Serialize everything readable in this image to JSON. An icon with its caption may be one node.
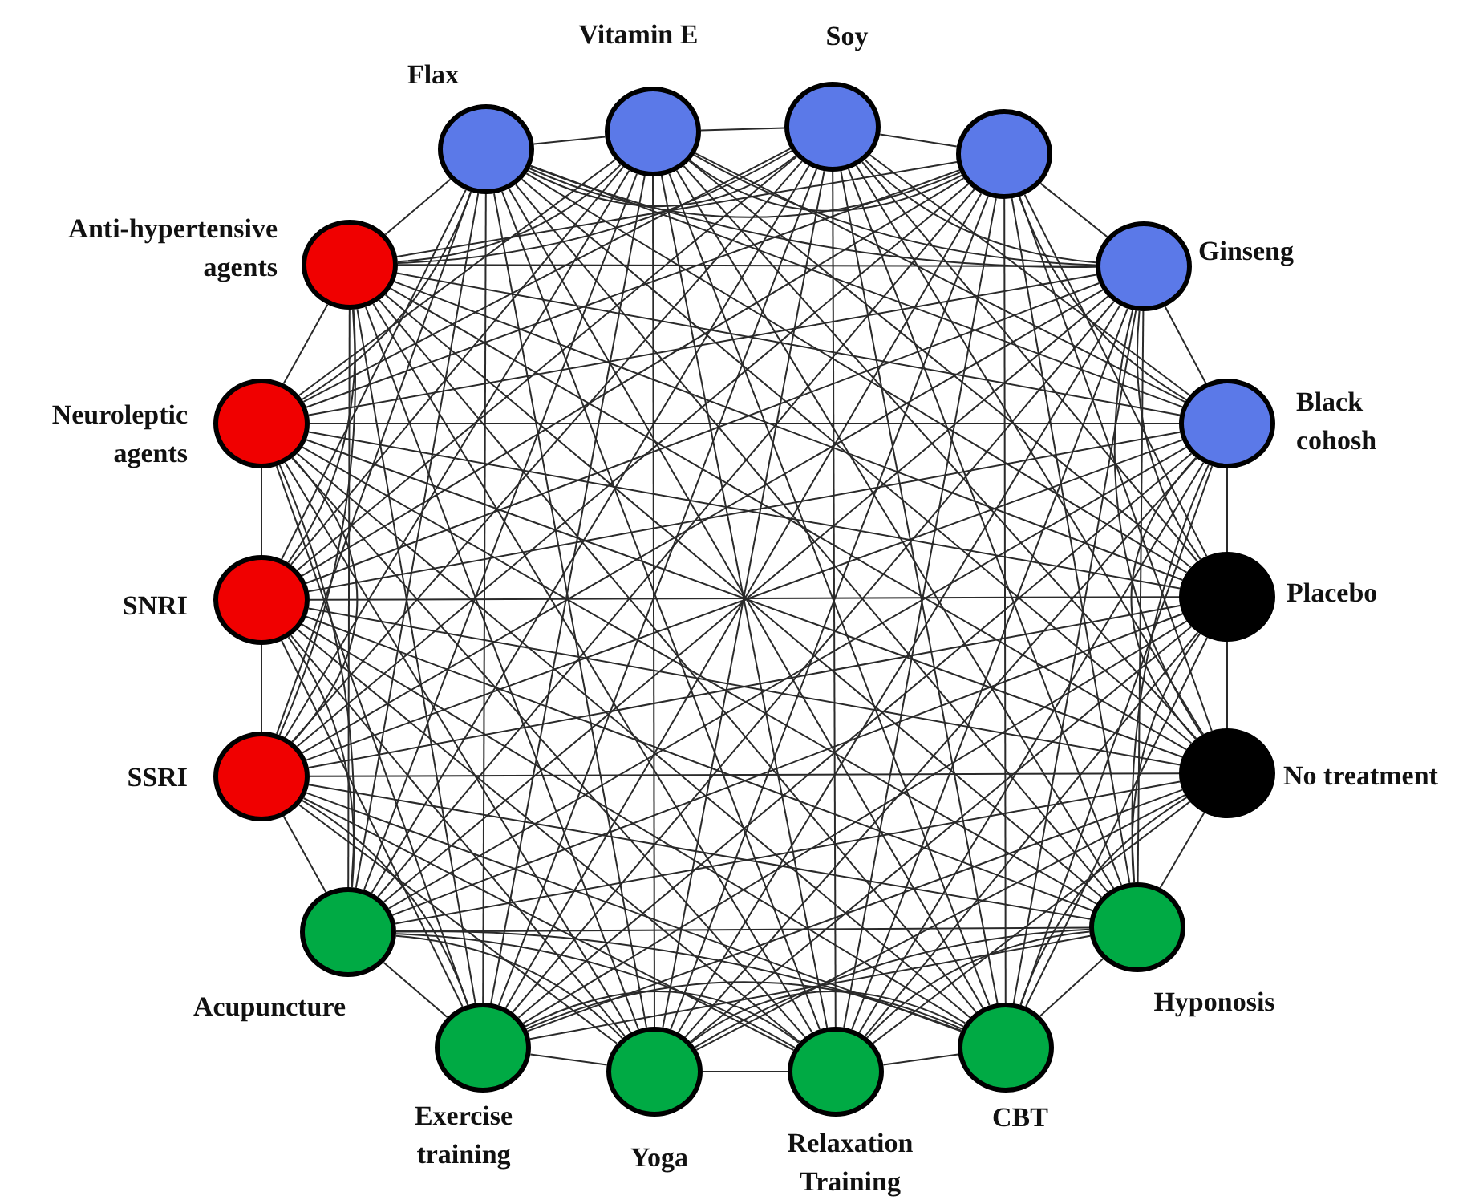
{
  "diagram": {
    "nodes": [
      {
        "text": [
          "Flax"
        ]
      },
      {
        "text": [
          "Vitamin E"
        ]
      },
      {
        "text": [
          "Soy"
        ]
      },
      {
        "text": [],
        "shape": "circle"
      },
      {
        "text": [
          "Ginseng"
        ]
      },
      {
        "text": [
          "Black cohosh"
        ]
      },
      {
        "text": [
          "Placebo"
        ]
      },
      {
        "text": [
          "No treatment"
        ]
      },
      {
        "text": [
          "Hyponosis"
        ]
      },
      {
        "text": [
          "CBT"
        ]
      },
      {
        "text": [
          "Relaxation Training"
        ]
      },
      {
        "text": [
          "Yoga"
        ]
      },
      {
        "text": [
          "Exercise training"
        ]
      },
      {
        "text": [
          "Acupuncture"
        ]
      },
      {
        "text": [
          "SSRI"
        ]
      },
      {
        "text": [
          "SNRI"
        ]
      },
      {
        "text": [
          "Neuroleptic agents"
        ]
      },
      {
        "text": [
          "Anti-hypertensive agents"
        ]
      }
    ],
    "edges": [
      {
        "from": 0,
        "to": 1,
        "arrow": "none"
      },
      {
        "from": 0,
        "to": 2,
        "arrow": "none"
      },
      {
        "from": 0,
        "to": 3,
        "arrow": "none"
      },
      {
        "from": 0,
        "to": 4,
        "arrow": "none"
      },
      {
        "from": 0,
        "to": 5,
        "arrow": "none"
      },
      {
        "from": 0,
        "to": 6,
        "arrow": "none"
      },
      {
        "from": 0,
        "to": 7,
        "arrow": "none"
      },
      {
        "from": 0,
        "to": 8,
        "arrow": "none"
      },
      {
        "from": 0,
        "to": 9,
        "arrow": "none"
      },
      {
        "from": 0,
        "to": 10,
        "arrow": "none"
      },
      {
        "from": 0,
        "to": 11,
        "arrow": "none"
      },
      {
        "from": 0,
        "to": 12,
        "arrow": "none"
      },
      {
        "from": 0,
        "to": 13,
        "arrow": "none"
      },
      {
        "from": 0,
        "to": 14,
        "arrow": "none"
      },
      {
        "from": 0,
        "to": 15,
        "arrow": "none"
      },
      {
        "from": 0,
        "to": 16,
        "arrow": "none"
      },
      {
        "from": 0,
        "to": 17,
        "arrow": "none"
      },
      {
        "from": 1,
        "to": 2,
        "arrow": "none"
      },
      {
        "from": 1,
        "to": 3,
        "arrow": "none"
      },
      {
        "from": 1,
        "to": 4,
        "arrow": "none"
      },
      {
        "from": 1,
        "to": 5,
        "arrow": "none"
      },
      {
        "from": 1,
        "to": 6,
        "arrow": "none"
      },
      {
        "from": 1,
        "to": 7,
        "arrow": "none"
      },
      {
        "from": 1,
        "to": 8,
        "arrow": "none"
      },
      {
        "from": 1,
        "to": 9,
        "arrow": "none"
      },
      {
        "from": 1,
        "to": 10,
        "arrow": "none"
      },
      {
        "from": 1,
        "to": 11,
        "arrow": "none"
      },
      {
        "from": 1,
        "to": 12,
        "arrow": "none"
      },
      {
        "from": 1,
        "to": 13,
        "arrow": "none"
      },
      {
        "from": 1,
        "to": 14,
        "arrow": "none"
      },
      {
        "from": 1,
        "to": 15,
        "arrow": "none"
      },
      {
        "from": 1,
        "to": 16,
        "arrow": "none"
      },
      {
        "from": 1,
        "to": 17,
        "arrow": "none"
      },
      {
        "from": 2,
        "to": 3,
        "arrow": "none"
      },
      {
        "from": 2,
        "to": 4,
        "arrow": "none"
      },
      {
        "from": 2,
        "to": 5,
        "arrow": "none"
      },
      {
        "from": 2,
        "to": 6,
        "arrow": "none"
      },
      {
        "from": 2,
        "to": 7,
        "arrow": "none"
      },
      {
        "from": 2,
        "to": 8,
        "arrow": "none"
      },
      {
        "from": 2,
        "to": 9,
        "arrow": "none"
      },
      {
        "from": 2,
        "to": 10,
        "arrow": "none"
      },
      {
        "from": 2,
        "to": 11,
        "arrow": "none"
      },
      {
        "from": 2,
        "to": 12,
        "arrow": "none"
      },
      {
        "from": 2,
        "to": 13,
        "arrow": "none"
      },
      {
        "from": 2,
        "to": 14,
        "arrow": "none"
      },
      {
        "from": 2,
        "to": 15,
        "arrow": "none"
      },
      {
        "from": 2,
        "to": 16,
        "arrow": "none"
      },
      {
        "from": 2,
        "to": 17,
        "arrow": "none"
      },
      {
        "from": 3,
        "to": 4,
        "arrow": "none"
      },
      {
        "from": 3,
        "to": 5,
        "arrow": "none"
      },
      {
        "from": 3,
        "to": 6,
        "arrow": "none"
      },
      {
        "from": 3,
        "to": 7,
        "arrow": "none"
      },
      {
        "from": 3,
        "to": 8,
        "arrow": "none"
      },
      {
        "from": 3,
        "to": 9,
        "arrow": "none"
      },
      {
        "from": 3,
        "to": 10,
        "arrow": "none"
      },
      {
        "from": 3,
        "to": 11,
        "arrow": "none"
      },
      {
        "from": 3,
        "to": 12,
        "arrow": "none"
      },
      {
        "from": 3,
        "to": 13,
        "arrow": "none"
      },
      {
        "from": 3,
        "to": 14,
        "arrow": "none"
      },
      {
        "from": 3,
        "to": 15,
        "arrow": "none"
      },
      {
        "from": 3,
        "to": 16,
        "arrow": "none"
      },
      {
        "from": 3,
        "to": 17,
        "arrow": "none"
      },
      {
        "from": 4,
        "to": 5,
        "arrow": "none"
      },
      {
        "from": 4,
        "to": 6,
        "arrow": "none"
      },
      {
        "from": 4,
        "to": 7,
        "arrow": "none"
      },
      {
        "from": 4,
        "to": 8,
        "arrow": "none"
      },
      {
        "from": 4,
        "to": 9,
        "arrow": "none"
      },
      {
        "from": 4,
        "to": 10,
        "arrow": "none"
      },
      {
        "from": 4,
        "to": 11,
        "arrow": "none"
      },
      {
        "from": 4,
        "to": 12,
        "arrow": "none"
      },
      {
        "from": 4,
        "to": 13,
        "arrow": "none"
      },
      {
        "from": 4,
        "to": 14,
        "arrow": "none"
      },
      {
        "from": 4,
        "to": 15,
        "arrow": "none"
      },
      {
        "from": 4,
        "to": 16,
        "arrow": "none"
      },
      {
        "from": 4,
        "to": 17,
        "arrow": "none"
      },
      {
        "from": 5,
        "to": 6,
        "arrow": "none"
      },
      {
        "from": 5,
        "to": 7,
        "arrow": "none"
      },
      {
        "from": 5,
        "to": 8,
        "arrow": "none"
      },
      {
        "from": 5,
        "to": 9,
        "arrow": "none"
      },
      {
        "from": 5,
        "to": 10,
        "arrow": "none"
      },
      {
        "from": 5,
        "to": 11,
        "arrow": "none"
      },
      {
        "from": 5,
        "to": 12,
        "arrow": "none"
      },
      {
        "from": 5,
        "to": 13,
        "arrow": "none"
      },
      {
        "from": 5,
        "to": 14,
        "arrow": "none"
      },
      {
        "from": 5,
        "to": 15,
        "arrow": "none"
      },
      {
        "from": 5,
        "to": 16,
        "arrow": "none"
      },
      {
        "from": 5,
        "to": 17,
        "arrow": "none"
      },
      {
        "from": 6,
        "to": 7,
        "arrow": "none"
      },
      {
        "from": 6,
        "to": 8,
        "arrow": "none"
      },
      {
        "from": 6,
        "to": 9,
        "arrow": "none"
      },
      {
        "from": 6,
        "to": 10,
        "arrow": "none"
      },
      {
        "from": 6,
        "to": 11,
        "arrow": "none"
      },
      {
        "from": 6,
        "to": 12,
        "arrow": "none"
      },
      {
        "from": 6,
        "to": 13,
        "arrow": "none"
      },
      {
        "from": 6,
        "to": 14,
        "arrow": "none"
      },
      {
        "from": 6,
        "to": 15,
        "arrow": "none"
      },
      {
        "from": 6,
        "to": 16,
        "arrow": "none"
      },
      {
        "from": 6,
        "to": 17,
        "arrow": "none"
      },
      {
        "from": 7,
        "to": 8,
        "arrow": "none"
      },
      {
        "from": 7,
        "to": 9,
        "arrow": "none"
      },
      {
        "from": 7,
        "to": 10,
        "arrow": "none"
      },
      {
        "from": 7,
        "to": 11,
        "arrow": "none"
      },
      {
        "from": 7,
        "to": 12,
        "arrow": "none"
      },
      {
        "from": 7,
        "to": 13,
        "arrow": "none"
      },
      {
        "from": 7,
        "to": 14,
        "arrow": "none"
      },
      {
        "from": 7,
        "to": 15,
        "arrow": "none"
      },
      {
        "from": 7,
        "to": 16,
        "arrow": "none"
      },
      {
        "from": 7,
        "to": 17,
        "arrow": "none"
      },
      {
        "from": 8,
        "to": 9,
        "arrow": "none"
      },
      {
        "from": 8,
        "to": 10,
        "arrow": "none"
      },
      {
        "from": 8,
        "to": 11,
        "arrow": "none"
      },
      {
        "from": 8,
        "to": 12,
        "arrow": "none"
      },
      {
        "from": 8,
        "to": 13,
        "arrow": "none"
      },
      {
        "from": 8,
        "to": 14,
        "arrow": "none"
      },
      {
        "from": 8,
        "to": 15,
        "arrow": "none"
      },
      {
        "from": 8,
        "to": 16,
        "arrow": "none"
      },
      {
        "from": 8,
        "to": 17,
        "arrow": "none"
      },
      {
        "from": 9,
        "to": 10,
        "arrow": "none"
      },
      {
        "from": 9,
        "to": 11,
        "arrow": "none"
      },
      {
        "from": 9,
        "to": 12,
        "arrow": "none"
      },
      {
        "from": 9,
        "to": 13,
        "arrow": "none"
      },
      {
        "from": 9,
        "to": 14,
        "arrow": "none"
      },
      {
        "from": 9,
        "to": 15,
        "arrow": "none"
      },
      {
        "from": 9,
        "to": 16,
        "arrow": "none"
      },
      {
        "from": 9,
        "to": 17,
        "arrow": "none"
      },
      {
        "from": 10,
        "to": 11,
        "arrow": "none"
      },
      {
        "from": 10,
        "to": 12,
        "arrow": "none"
      },
      {
        "from": 10,
        "to": 13,
        "arrow": "none"
      },
      {
        "from": 10,
        "to": 14,
        "arrow": "none"
      },
      {
        "from": 10,
        "to": 15,
        "arrow": "none"
      },
      {
        "from": 10,
        "to": 16,
        "arrow": "none"
      },
      {
        "from": 10,
        "to": 17,
        "arrow": "none"
      },
      {
        "from": 11,
        "to": 12,
        "arrow": "none"
      },
      {
        "from": 11,
        "to": 13,
        "arrow": "none"
      },
      {
        "from": 11,
        "to": 14,
        "arrow": "none"
      },
      {
        "from": 11,
        "to": 15,
        "arrow": "none"
      },
      {
        "from": 11,
        "to": 16,
        "arrow": "none"
      },
      {
        "from": 11,
        "to": 17,
        "arrow": "none"
      },
      {
        "from": 12,
        "to": 13,
        "arrow": "none"
      },
      {
        "from": 12,
        "to": 14,
        "arrow": "none"
      },
      {
        "from": 12,
        "to": 15,
        "arrow": "none"
      },
      {
        "from": 12,
        "to": 16,
        "arrow": "none"
      },
      {
        "from": 12,
        "to": 17,
        "arrow": "none"
      },
      {
        "from": 13,
        "to": 14,
        "arrow": "none"
      },
      {
        "from": 13,
        "to": 15,
        "arrow": "none"
      },
      {
        "from": 13,
        "to": 16,
        "arrow": "none"
      },
      {
        "from": 13,
        "to": 17,
        "arrow": "none"
      },
      {
        "from": 14,
        "to": 15,
        "arrow": "none"
      },
      {
        "from": 14,
        "to": 16,
        "arrow": "none"
      },
      {
        "from": 14,
        "to": 17,
        "arrow": "none"
      },
      {
        "from": 15,
        "to": 16,
        "arrow": "none"
      },
      {
        "from": 15,
        "to": 17,
        "arrow": "none"
      },
      {
        "from": 16,
        "to": 17,
        "arrow": "none"
      }
    ]
  }
}
